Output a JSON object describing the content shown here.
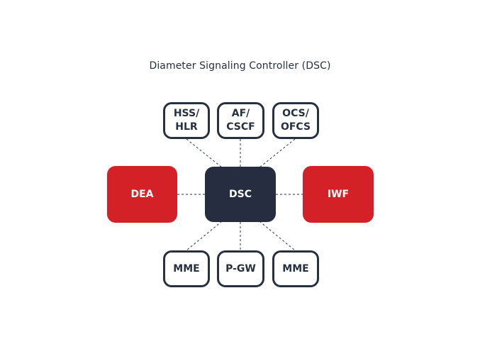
{
  "diagram": {
    "title": "Diameter Signaling Controller (DSC)",
    "center": {
      "label": "DSC"
    },
    "left": {
      "label": "DEA"
    },
    "right": {
      "label": "IWF"
    },
    "top": [
      {
        "label": "HSS/\nHLR"
      },
      {
        "label": "AF/\nCSCF"
      },
      {
        "label": "OCS/\nOFCS"
      }
    ],
    "bottom": [
      {
        "label": "MME"
      },
      {
        "label": "P-GW"
      },
      {
        "label": "MME"
      }
    ],
    "colors": {
      "dark": "#262d40",
      "red": "#d42027",
      "line": "#26303f"
    }
  }
}
